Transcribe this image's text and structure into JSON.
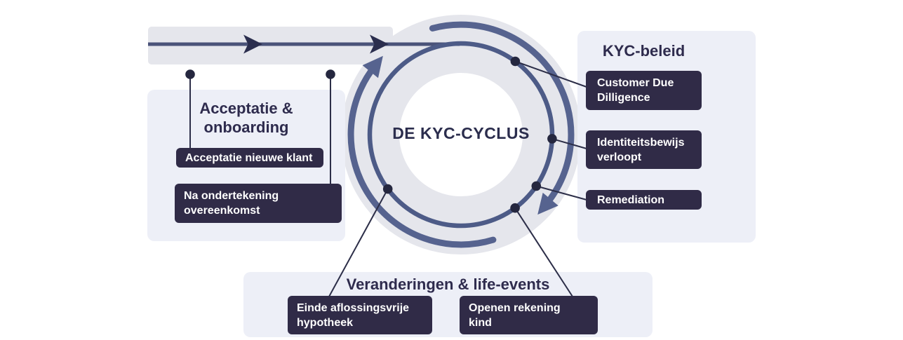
{
  "diagram": {
    "center_label": "DE KYC-CYCLUS",
    "groups": {
      "acceptatie": {
        "title": "Acceptatie & onboarding",
        "items": [
          "Acceptatie nieuwe klant",
          "Na ondertekening overeenkomst"
        ]
      },
      "kyc_beleid": {
        "title": "KYC-beleid",
        "items": [
          "Customer Due Dilligence",
          "Identiteitsbewijs verloopt",
          "Remediation"
        ]
      },
      "life_events": {
        "title": "Veranderingen & life-events",
        "items": [
          "Einde aflossingsvrije hypotheek",
          "Openen rekening kind"
        ]
      }
    },
    "colors": {
      "background": "#ffffff",
      "ring_gray": "#e5e6ec",
      "panel_bg": "#edeff7",
      "box_bg": "#302b47",
      "box_text": "#ffffff",
      "title_text": "#2e2b4d",
      "cycle_circle": "#4d5b87",
      "arrow_arc": "#56638f",
      "flow_line": "#4a5379",
      "flow_arrowhead": "#2b2e4e",
      "dot": "#25273f",
      "connector": "#2c2e48"
    }
  }
}
